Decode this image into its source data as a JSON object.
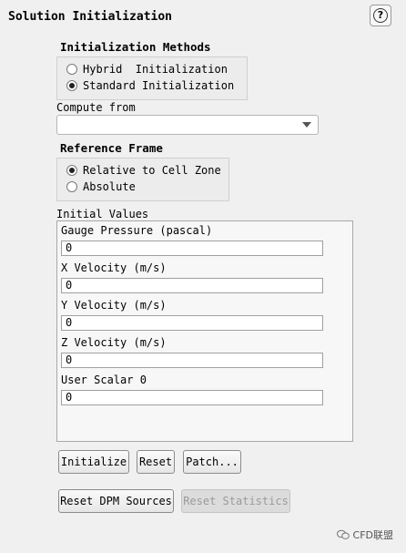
{
  "panel": {
    "title": "Solution Initialization"
  },
  "help": {
    "label": "?"
  },
  "init_methods": {
    "title": "Initialization Methods",
    "options": [
      {
        "label": "Hybrid  Initialization",
        "checked": false
      },
      {
        "label": "Standard Initialization",
        "checked": true
      }
    ]
  },
  "compute_from": {
    "label": "Compute from",
    "value": ""
  },
  "reference_frame": {
    "title": "Reference Frame",
    "options": [
      {
        "label": "Relative to Cell Zone",
        "checked": true
      },
      {
        "label": "Absolute",
        "checked": false
      }
    ]
  },
  "initial_values": {
    "title": "Initial Values",
    "fields": [
      {
        "label": "Gauge Pressure (pascal)",
        "value": "0"
      },
      {
        "label": "X Velocity (m/s)",
        "value": "0"
      },
      {
        "label": "Y Velocity (m/s)",
        "value": "0"
      },
      {
        "label": "Z Velocity (m/s)",
        "value": "0"
      },
      {
        "label": "User Scalar 0",
        "value": "0"
      }
    ]
  },
  "buttons": {
    "initialize": "Initialize",
    "reset": "Reset",
    "patch": "Patch...",
    "reset_dpm": "Reset DPM Sources",
    "reset_statistics": "Reset Statistics"
  },
  "watermark": {
    "text": "CFD联盟"
  }
}
